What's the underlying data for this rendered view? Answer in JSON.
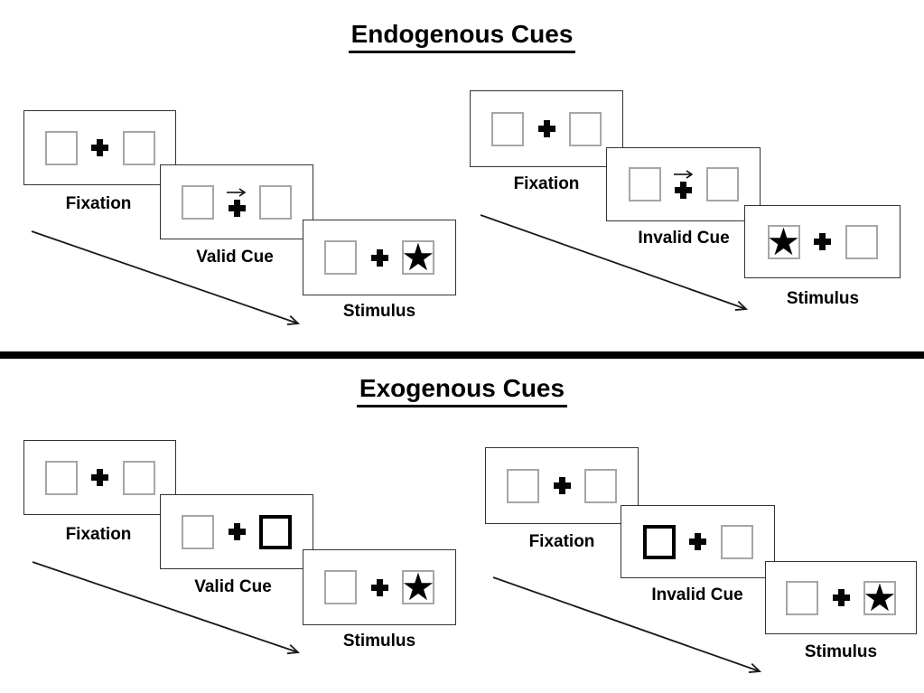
{
  "colors": {
    "background": "#ffffff",
    "line": "#1a1a1a",
    "panel_border": "#333333",
    "placeholder_box_border": "#a6a6a6",
    "cue_highlight_border": "#000000",
    "text": "#000000"
  },
  "icons": {
    "star": "★",
    "fixation_cross": "plus-cross",
    "central_cue_arrow": "right-arrow"
  },
  "sections": [
    {
      "title": "Endogenous Cues",
      "trials": [
        {
          "validity": "valid",
          "labels": {
            "fixation": "Fixation",
            "cue": "Valid Cue",
            "stimulus": "Stimulus"
          },
          "cue": {
            "type": "central-arrow",
            "direction": "right"
          },
          "stimulus": {
            "star_side": "right"
          }
        },
        {
          "validity": "invalid",
          "labels": {
            "fixation": "Fixation",
            "cue": "Invalid Cue",
            "stimulus": "Stimulus"
          },
          "cue": {
            "type": "central-arrow",
            "direction": "right"
          },
          "stimulus": {
            "star_side": "left"
          }
        }
      ]
    },
    {
      "title": "Exogenous Cues",
      "trials": [
        {
          "validity": "valid",
          "labels": {
            "fixation": "Fixation",
            "cue": "Valid Cue",
            "stimulus": "Stimulus"
          },
          "cue": {
            "type": "peripheral-highlight",
            "side": "right"
          },
          "stimulus": {
            "star_side": "right"
          }
        },
        {
          "validity": "invalid",
          "labels": {
            "fixation": "Fixation",
            "cue": "Invalid Cue",
            "stimulus": "Stimulus"
          },
          "cue": {
            "type": "peripheral-highlight",
            "side": "left"
          },
          "stimulus": {
            "star_side": "right"
          }
        }
      ]
    }
  ]
}
